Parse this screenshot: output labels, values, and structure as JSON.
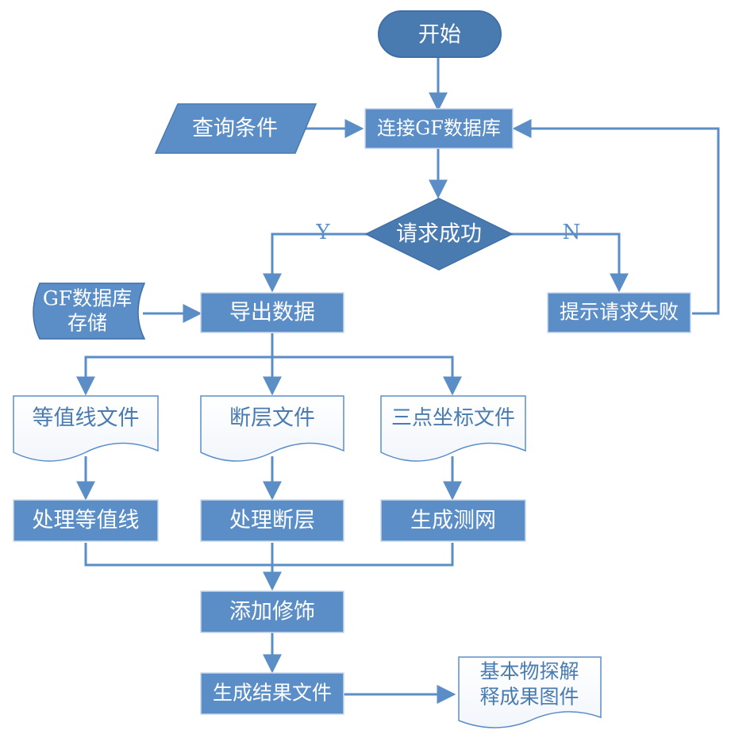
{
  "colors": {
    "fill": "#5b8ec7",
    "fill_dark": "#4a7bb0",
    "stroke": "#3f6fa6",
    "line": "#5b8ec7",
    "doc_fill": "#ffffff"
  },
  "nodes": {
    "start": "开始",
    "query_condition": "查询条件",
    "connect_db": "连接GF数据库",
    "request_success": "请求成功",
    "yes_label": "Y",
    "no_label": "N",
    "prompt_fail": "提示请求失败",
    "db_storage_line1": "GF数据库",
    "db_storage_line2": "存储",
    "export_data": "导出数据",
    "contour_file": "等值线文件",
    "fault_file": "断层文件",
    "three_point_file": "三点坐标文件",
    "process_contour": "处理等值线",
    "process_fault": "处理断层",
    "generate_net": "生成测网",
    "add_decoration": "添加修饰",
    "generate_result": "生成结果文件",
    "result_doc_line1": "基本物探解",
    "result_doc_line2": "释成果图件"
  }
}
